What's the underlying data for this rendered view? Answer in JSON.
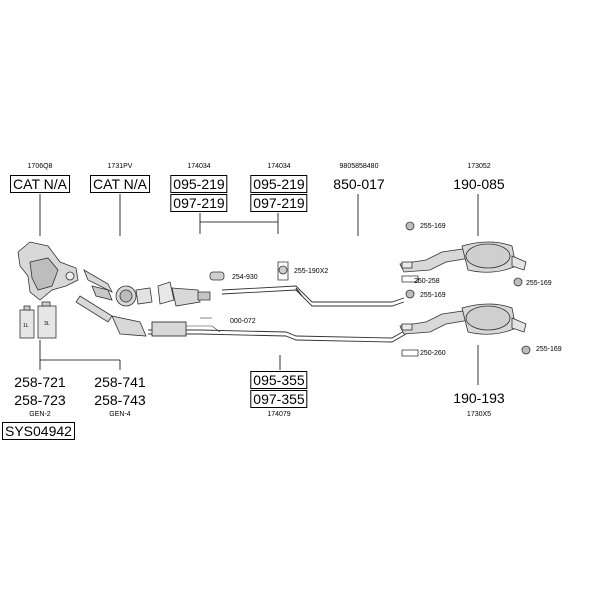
{
  "refs": {
    "r1706": "1706Q8",
    "r1731": "1731PV",
    "r174034a": "174034",
    "r174034b": "174034",
    "r9805": "9805858480",
    "r173052": "173052",
    "r174079": "174079",
    "r1730x5": "1730X5"
  },
  "parts": {
    "cat1": "CAT N/A",
    "cat2": "CAT N/A",
    "p095_219a": "095-219",
    "p097_219a": "097-219",
    "p095_219b": "095-219",
    "p097_219b": "097-219",
    "p850_017": "850-017",
    "p190_085": "190-085",
    "p258_721": "258-721",
    "p258_723": "258-723",
    "p258_741": "258-741",
    "p258_743": "258-743",
    "p095_355": "095-355",
    "p097_355": "097-355",
    "p190_193": "190-193",
    "sys": "SYS04942"
  },
  "gen": {
    "gen2": "GEN-2",
    "gen4": "GEN-4"
  },
  "small_labels": {
    "s254_930": "254-930",
    "s255_190x2": "255-190X2",
    "s000_072": "000-072",
    "s255_169a": "255-169",
    "s250_258": "250-258",
    "s255_169b": "255-169",
    "s255_169c": "255-169",
    "s250_260": "250-260",
    "s255_169d": "255-169"
  },
  "bottle_labels": {
    "b1": "1L",
    "b2": "3L"
  }
}
